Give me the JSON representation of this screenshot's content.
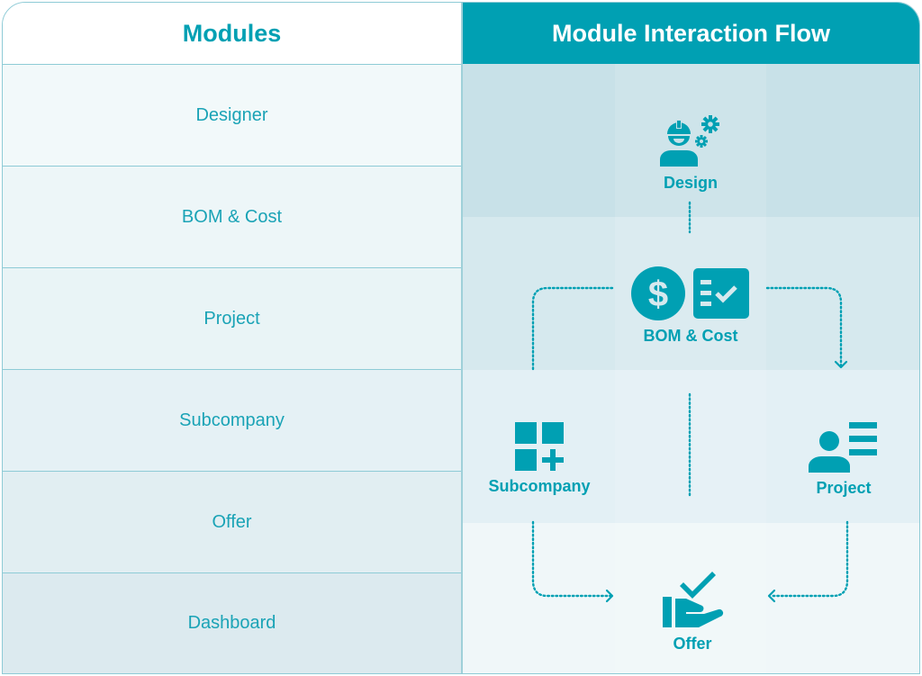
{
  "colors": {
    "accent": "#00a0b3",
    "border": "#8ecbd6",
    "header_text_light": "#ffffff"
  },
  "modules": {
    "title": "Modules",
    "items": [
      {
        "label": "Designer"
      },
      {
        "label": "BOM & Cost"
      },
      {
        "label": "Project"
      },
      {
        "label": "Subcompany"
      },
      {
        "label": "Offer"
      },
      {
        "label": "Dashboard"
      }
    ]
  },
  "flow": {
    "title": "Module Interaction Flow",
    "nodes": {
      "design": {
        "label": "Design",
        "icon": "engineer-gears-icon"
      },
      "bom": {
        "label": "BOM & Cost",
        "icon": "dollar-checklist-icon"
      },
      "subcompany": {
        "label": "Subcompany",
        "icon": "grid-plus-icon"
      },
      "project": {
        "label": "Project",
        "icon": "person-list-icon"
      },
      "offer": {
        "label": "Offer",
        "icon": "hand-check-icon"
      }
    },
    "connections": [
      {
        "from": "Design",
        "to": "BOM & Cost"
      },
      {
        "from": "BOM & Cost",
        "to": "Subcompany"
      },
      {
        "from": "BOM & Cost",
        "to": "Project"
      },
      {
        "from": "Subcompany",
        "to": "Offer"
      },
      {
        "from": "Project",
        "to": "Offer"
      }
    ]
  }
}
